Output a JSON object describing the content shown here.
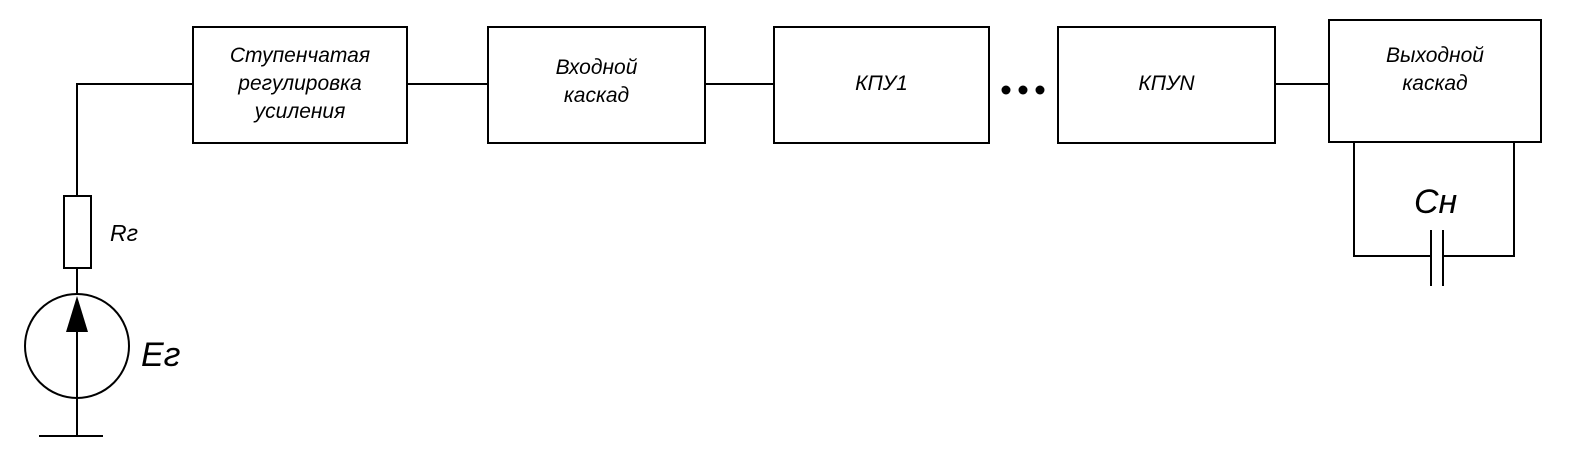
{
  "blocks": {
    "gain_control": {
      "lines": [
        "Ступенчатая",
        "регулировка",
        "усиления"
      ]
    },
    "input_stage": {
      "lines": [
        "Входной",
        "каскад"
      ]
    },
    "kpu1": {
      "lines": [
        "КПУ1"
      ]
    },
    "kpun": {
      "lines": [
        "КПУN"
      ]
    },
    "output_stage": {
      "lines": [
        "Выходной",
        "каскад"
      ]
    }
  },
  "components": {
    "resistor": "Rг",
    "source": "Eг",
    "load_capacitor": "Cн"
  },
  "colors": {
    "line": "#000000",
    "background": "#ffffff"
  }
}
